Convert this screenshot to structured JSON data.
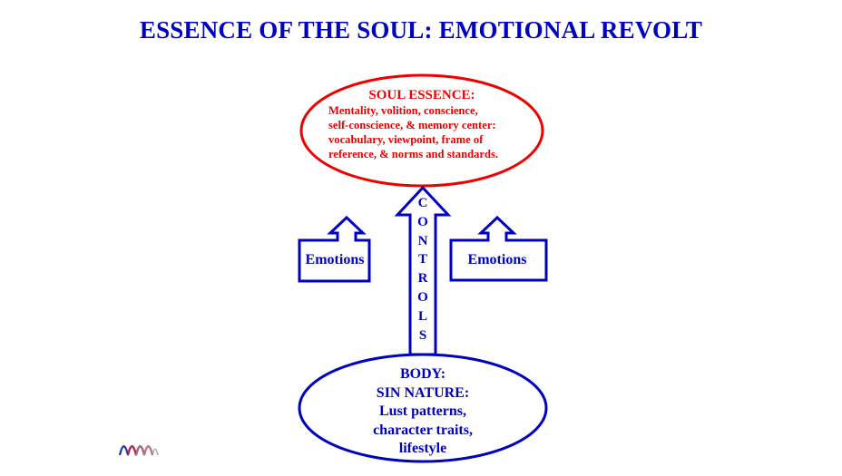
{
  "title": "ESSENCE OF THE SOUL: EMOTIONAL REVOLT",
  "soul_essence": {
    "heading": "SOUL ESSENCE:",
    "lines": [
      "Mentality, volition, conscience,",
      "self-conscience, & memory center:",
      "vocabulary, viewpoint, frame of",
      "reference, & norms and standards."
    ]
  },
  "emotions_left": {
    "label": "Emotions"
  },
  "emotions_right": {
    "label": "Emotions"
  },
  "controls_arrow": {
    "letters": [
      "C",
      "O",
      "N",
      "T",
      "R",
      "O",
      "L",
      "S"
    ]
  },
  "body": {
    "lines": [
      "BODY:",
      "SIN NATURE:",
      "Lust patterns,",
      "character traits,",
      "lifestyle"
    ]
  },
  "colors": {
    "blue": "#0000c0",
    "red": "#ee0000"
  },
  "logo": {
    "icon": "dna-wave-logo-icon"
  }
}
